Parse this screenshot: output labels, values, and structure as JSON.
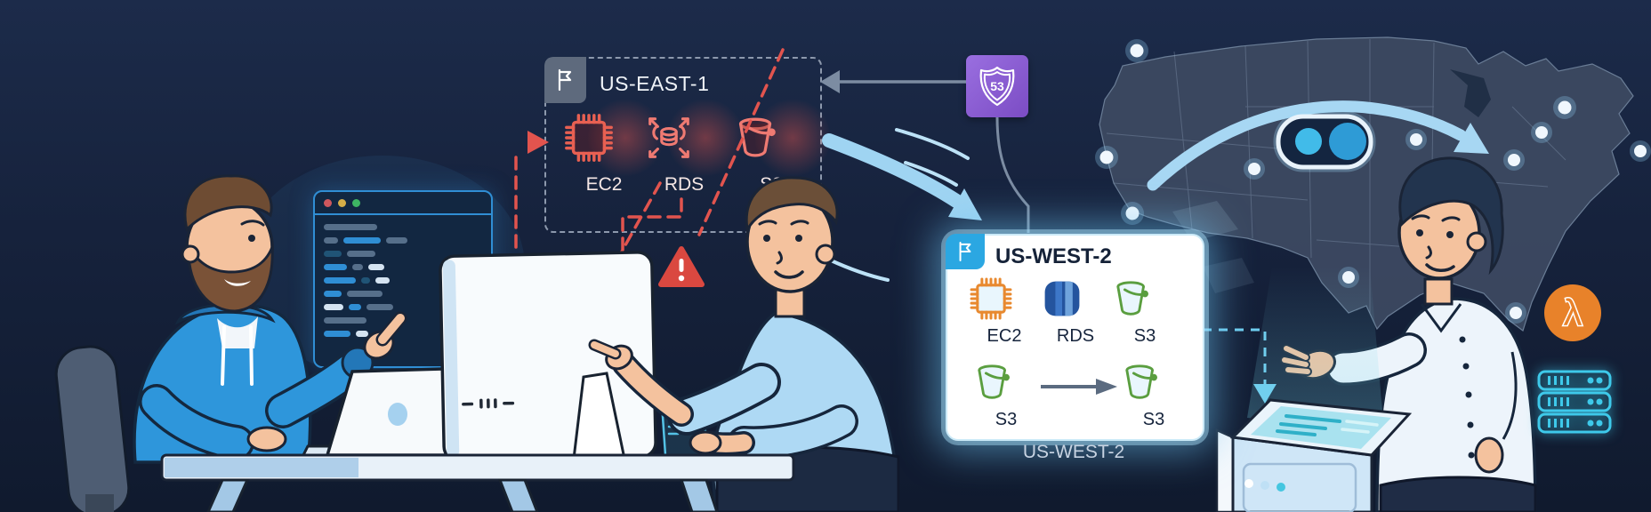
{
  "east_region": {
    "title": "US-EAST-1",
    "services": [
      "EC2",
      "RDS",
      "S3"
    ],
    "status_color": "#E2544E"
  },
  "route53": {
    "badge": "53",
    "color": "#8A5BD0"
  },
  "west_region": {
    "title": "US-WEST-2",
    "caption": "US-WEST-2",
    "services": [
      "EC2",
      "RDS",
      "S3"
    ],
    "replication_from": "S3",
    "replication_to": "S3",
    "accent_color": "#2BA7E2"
  },
  "aws_icons": {
    "lambda_glyph": "λ"
  },
  "colors": {
    "background": "#17233E",
    "failure_red": "#E2544E",
    "flow_blue": "#9FD4F2",
    "ec2_orange": "#E8892F",
    "rds_blue": "#2A62B8",
    "s3_green": "#5A9E3F",
    "lambda_orange": "#E8822A",
    "server_cyan": "#3EC9EA",
    "map_gray": "#3C4961",
    "card_white": "#FFFFFF"
  }
}
